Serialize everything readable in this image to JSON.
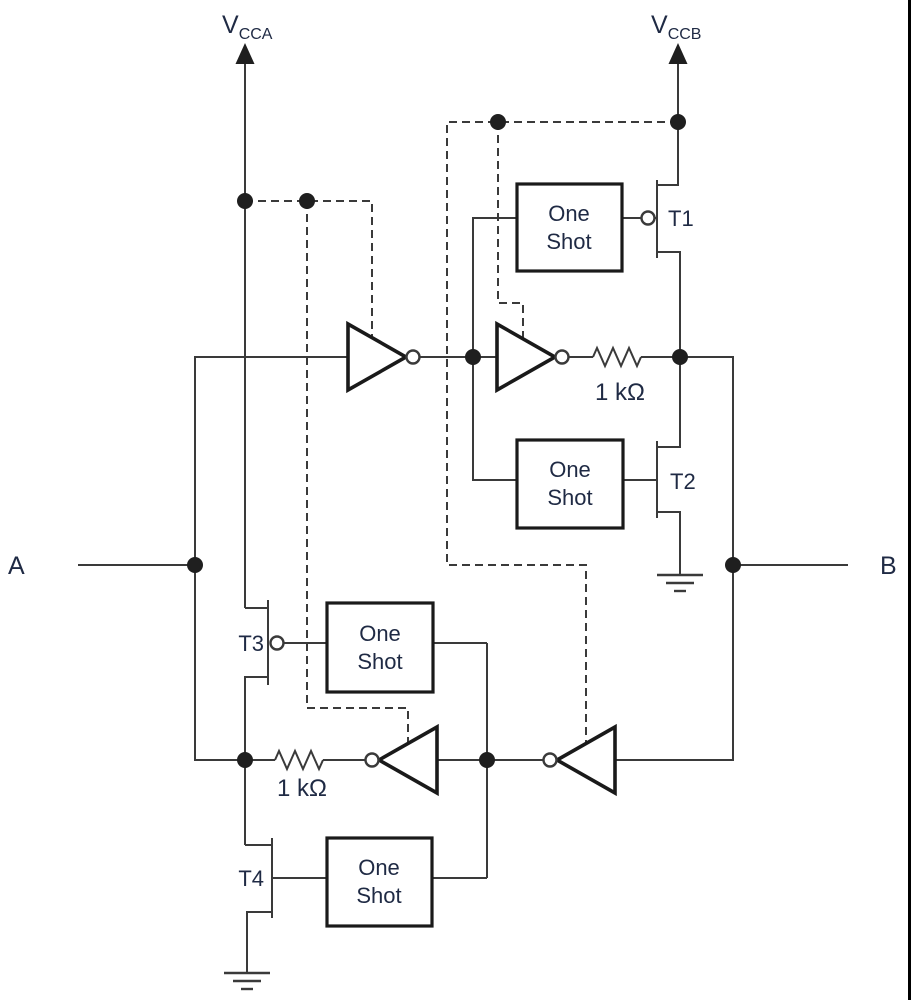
{
  "diagram": {
    "background": "#ffffff",
    "line_color": "#3a3a3a",
    "text_color": "#1f2a44",
    "supply_left": {
      "main": "V",
      "sub": "CCA"
    },
    "supply_right": {
      "main": "V",
      "sub": "CCB"
    },
    "port_left": "A",
    "port_right": "B",
    "transistor_labels": {
      "t1": "T1",
      "t2": "T2",
      "t3": "T3",
      "t4": "T4"
    },
    "one_shot_boxes": [
      {
        "line1": "One",
        "line2": "Shot"
      },
      {
        "line1": "One",
        "line2": "Shot"
      },
      {
        "line1": "One",
        "line2": "Shot"
      },
      {
        "line1": "One",
        "line2": "Shot"
      }
    ],
    "resistor_right": "1 kΩ",
    "resistor_left": "1 kΩ"
  }
}
